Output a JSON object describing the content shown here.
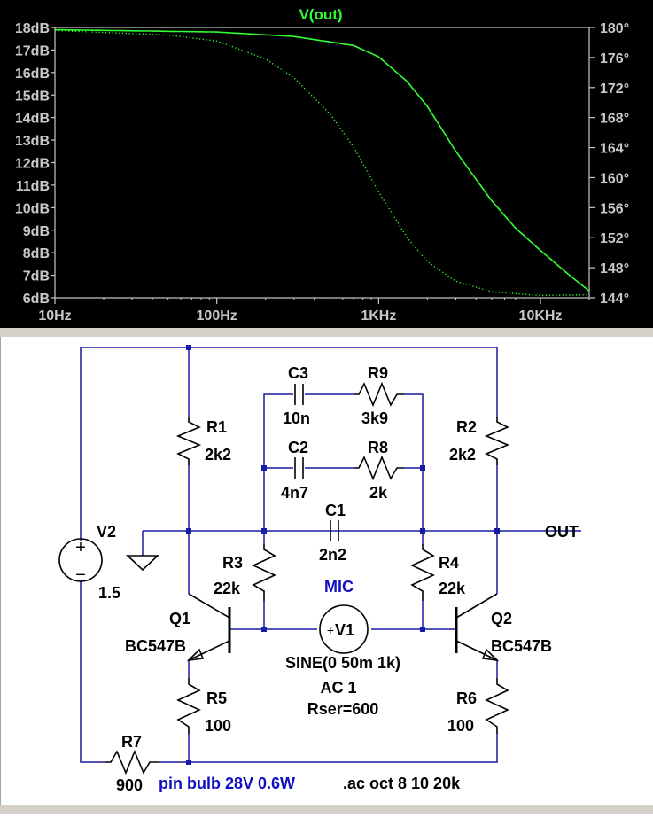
{
  "chart_data": {
    "type": "line",
    "title": "V(out)",
    "x_scale": "log",
    "xlim": [
      10,
      20000
    ],
    "x_ticks": [
      "10Hz",
      "100Hz",
      "1KHz",
      "10KHz"
    ],
    "ylim_left": [
      6,
      18
    ],
    "y_ticks_left": [
      "18dB",
      "17dB",
      "16dB",
      "15dB",
      "14dB",
      "13dB",
      "12dB",
      "11dB",
      "10dB",
      "9dB",
      "8dB",
      "7dB",
      "6dB"
    ],
    "ylim_right": [
      144,
      180
    ],
    "y_ticks_right": [
      "180°",
      "176°",
      "172°",
      "168°",
      "164°",
      "160°",
      "156°",
      "152°",
      "148°",
      "144°"
    ],
    "grid": false,
    "series": [
      {
        "style": "solid",
        "axis": "left",
        "x": [
          10,
          100,
          300,
          700,
          1000,
          1500,
          2000,
          3000,
          5000,
          7000,
          10000,
          14000,
          20000
        ],
        "y": [
          17.9,
          17.8,
          17.6,
          17.2,
          16.7,
          15.6,
          14.5,
          12.5,
          10.3,
          9.1,
          8.1,
          7.2,
          6.3
        ]
      },
      {
        "style": "dotted",
        "axis": "right",
        "x": [
          10,
          50,
          100,
          200,
          300,
          500,
          700,
          1000,
          1500,
          2000,
          3000,
          5000,
          10000,
          20000
        ],
        "y": [
          179.6,
          179.0,
          178.2,
          175.8,
          173.3,
          168.5,
          164.1,
          158.1,
          152.0,
          148.8,
          146.2,
          144.8,
          144.3,
          144.4
        ]
      }
    ],
    "colors": {
      "trace": "#33ff33",
      "background": "#000000",
      "axes": "#c8c8c8"
    }
  },
  "schematic": {
    "components": [
      {
        "ref": "R1",
        "value": "2k2"
      },
      {
        "ref": "R2",
        "value": "2k2"
      },
      {
        "ref": "R3",
        "value": "22k"
      },
      {
        "ref": "R4",
        "value": "22k"
      },
      {
        "ref": "R5",
        "value": "100"
      },
      {
        "ref": "R6",
        "value": "100"
      },
      {
        "ref": "R7",
        "value": "900"
      },
      {
        "ref": "R8",
        "value": "2k"
      },
      {
        "ref": "R9",
        "value": "3k9"
      },
      {
        "ref": "C1",
        "value": "2n2"
      },
      {
        "ref": "C2",
        "value": "4n7"
      },
      {
        "ref": "C3",
        "value": "10n"
      },
      {
        "ref": "V2",
        "value": "1.5"
      },
      {
        "ref": "Q1",
        "value": "BC547B"
      },
      {
        "ref": "Q2",
        "value": "BC547B"
      }
    ],
    "source": {
      "ref": "V1",
      "value": "SINE(0 50m 1k)",
      "ac": "AC 1",
      "rser": "Rser=600",
      "plus": "+"
    },
    "labels": {
      "out": "OUT",
      "mic": "MIC",
      "bulb": "pin bulb 28V 0.6W",
      "directive": ".ac oct 8 10 20k",
      "v2_plus": "+",
      "v2_minus": "−"
    },
    "colors": {
      "wire": "#1a1aa6",
      "component": "#000000",
      "comment": "#1010c0"
    }
  }
}
